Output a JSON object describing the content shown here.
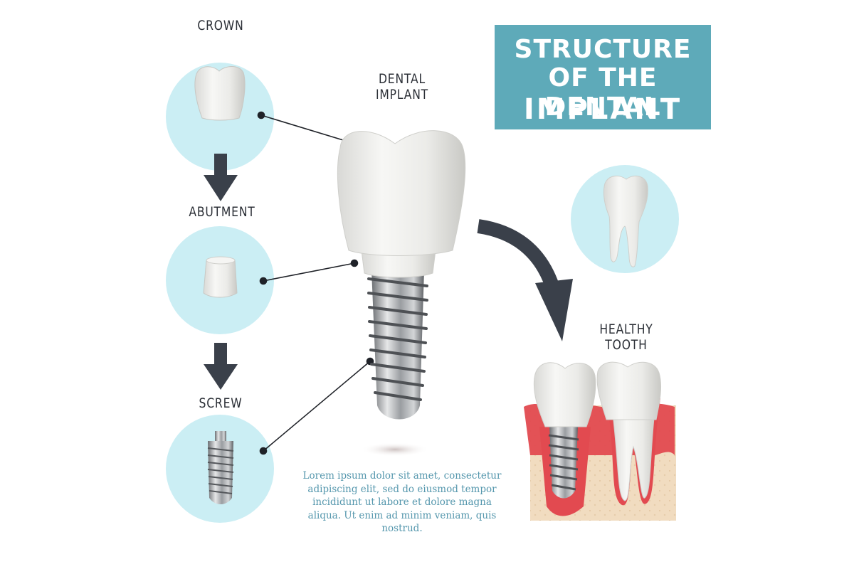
{
  "labels": {
    "crown": "CROWN",
    "abutment": "ABUTMENT",
    "screw": "SCREW",
    "dental_implant_line1": "DENTAL",
    "dental_implant_line2": "IMPLANT",
    "healthy_line1": "HEALTHY",
    "healthy_line2": "TOOTH"
  },
  "title": {
    "line1": "STRUCTURE",
    "line2": "OF THE DENTAL",
    "line3": "IMPLANT"
  },
  "body_text": "Lorem ipsum dolor sit amet, consectetur adipiscing elit, sed do eiusmod tempor incididunt ut labore et dolore magna aliqua. Ut enim ad minim veniam, quis nostrud.",
  "colors": {
    "title_bg": "#5eaab9",
    "circle_bg": "#cbeef4",
    "arrow": "#3a404a",
    "body_text": "#5597ad",
    "gum": "#e24a50",
    "bone": "#f1dcc0"
  }
}
